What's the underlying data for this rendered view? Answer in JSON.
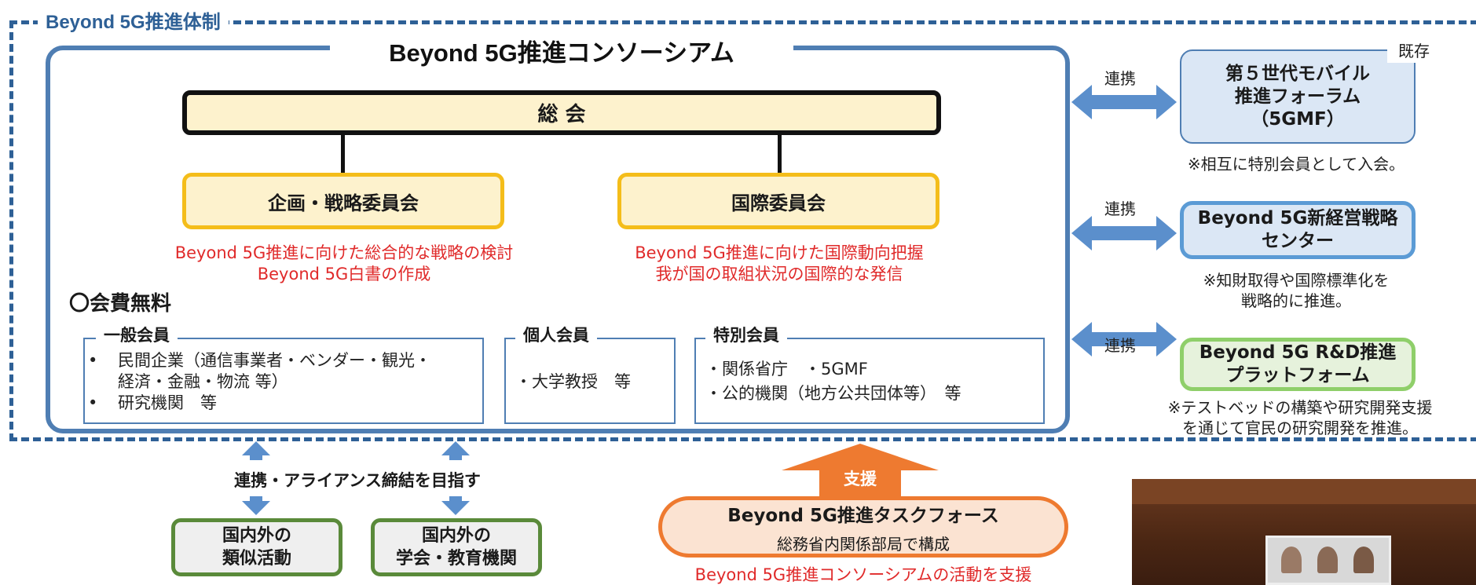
{
  "frame": {
    "title": "Beyond 5G推進体制"
  },
  "consortium": {
    "title": "Beyond 5G推進コンソーシアム",
    "general_assembly": "総 会",
    "committees": [
      {
        "name": "企画・戦略委員会",
        "desc": [
          "Beyond 5G推進に向けた総合的な戦略の検討",
          "Beyond 5G白書の作成"
        ]
      },
      {
        "name": "国際委員会",
        "desc": [
          "Beyond 5G推進に向けた国際動向把握",
          "我が国の取組状況の国際的な発信"
        ]
      }
    ],
    "fee": "〇会費無料",
    "members": {
      "general": {
        "label": "一般会員",
        "lines": [
          "民間企業（通信事業者・ベンダー・観光・",
          "経済・金融・物流 等）",
          "研究機関　等"
        ]
      },
      "individual": {
        "label": "個人会員",
        "lines": [
          "・大学教授　等"
        ]
      },
      "special": {
        "label": "特別会員",
        "lines": [
          "・関係省庁　・5GMF",
          "・公的機関（地方公共団体等）　等"
        ]
      }
    }
  },
  "right": {
    "link_label": "連携",
    "existing_badge": "既存",
    "boxes": [
      {
        "lines": [
          "第５世代モバイル",
          "推進フォーラム",
          "（5GMF）"
        ],
        "note": [
          "※相互に特別会員として入会。"
        ]
      },
      {
        "lines": [
          "Beyond 5G新経営戦略",
          "センター"
        ],
        "note": [
          "※知財取得や国際標準化を",
          "戦略的に推進。"
        ]
      },
      {
        "lines": [
          "Beyond 5G R&D推進",
          "プラットフォーム"
        ],
        "note": [
          "※テストベッドの構築や研究開発支援",
          "を通じて官民の研究開発を推進。"
        ]
      }
    ]
  },
  "bottom": {
    "alliance_label": "連携・アライアンス締結を目指す",
    "similar": [
      "国内外の",
      "類似活動"
    ],
    "academic": [
      "国内外の",
      "学会・教育機関"
    ],
    "support_label": "支援",
    "taskforce_title": "Beyond 5G推進タスクフォース",
    "taskforce_sub": "総務省内関係部局で構成",
    "taskforce_note": "Beyond 5G推進コンソーシアムの活動を支援"
  },
  "colors": {
    "frame_blue": "#2e6096",
    "box_blue": "#4f7eb3",
    "gold": "#f4bd1a",
    "cream": "#fdf2cd",
    "red_text": "#e02a2a",
    "green": "#5a8a3a",
    "orange": "#ee7a30"
  }
}
